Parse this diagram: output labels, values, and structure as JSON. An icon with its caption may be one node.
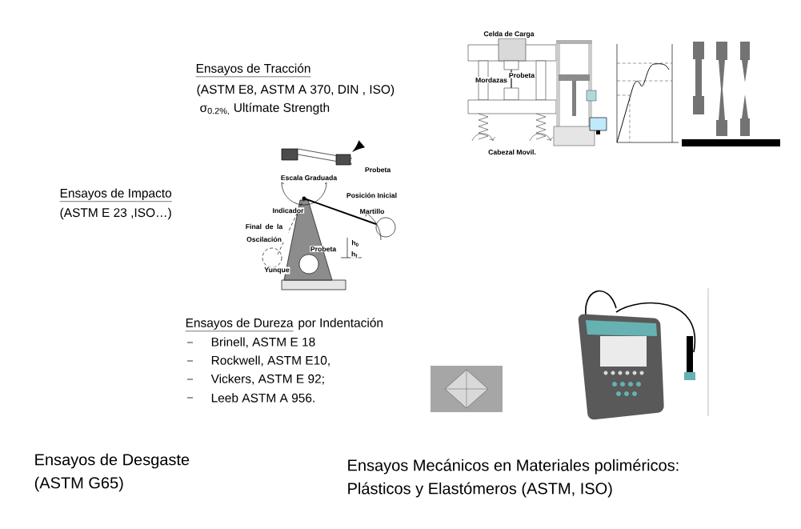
{
  "diagram": {
    "labels": [
      "Ensayos de Tracción",
      "(ASTM E8, ASTM A 370, DIN , ISO)",
      "σ$_{0.2%,}$ Ultímate Strength",
      "Ensayos de Impacto",
      "(ASTM E 23 ,ISO…)",
      "Ensayos de Dureza",
      "por Indentación",
      "Brinell, ASTM E 18",
      "Rockwell, ASTM E10,",
      "Vickers, ASTM E 92;",
      "Leeb ASTM A 956.",
      "Ensayos de Desgaste",
      "(ASTM G65)",
      "Ensayos Mecánicos en Materiales poliméricos:",
      "Plásticos y Elastómeros (ASTM, ISO)",
      "Celda de Carga",
      "Mordazas",
      "Probeta",
      "Cabezal Movil.",
      "Probeta",
      "Escala Graduada",
      "Posición Inicial",
      "Indicador",
      "Martillo",
      "Final de la Oscilación",
      "h$_{0}$",
      "h$_{f}$",
      "Probeta",
      "Yunque"
    ]
  }
}
